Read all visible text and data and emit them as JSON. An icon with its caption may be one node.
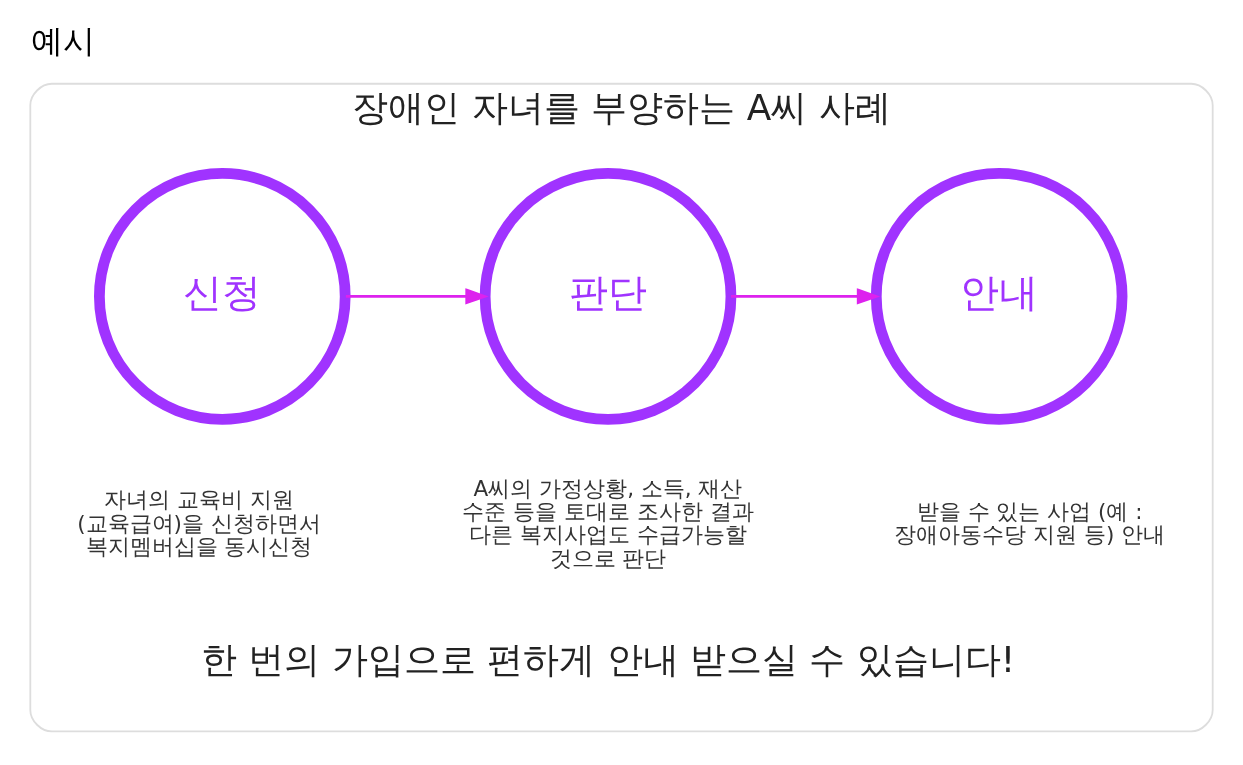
{
  "diagram": {
    "title": "예시",
    "nodes": [
      {
        "text": [
          "장애인 자녀를 부양하는 A씨 사례"
        ]
      },
      {
        "text": [
          "신청"
        ],
        "in": 0,
        "beside": [
          "자녀의 교육비 지원 (교육급여)을 신청하면서 복지멤버십을 동시신청"
        ]
      },
      {
        "text": [
          "판단"
        ],
        "in": 0,
        "beside": [
          "A씨의 가정상황, 소득, 재산 수준 등을 토대로 조사한 결과 다른 복지사업도 수급가능할 것으로 판단"
        ]
      },
      {
        "text": [
          "안내"
        ],
        "in": 0,
        "beside": [
          "받을 수 있는 사업 (예 : 장애아동수당 지원 등) 안내"
        ]
      }
    ],
    "edges": [
      {
        "from": 1,
        "to": 2,
        "arrow": "to"
      },
      {
        "from": 2,
        "to": 3,
        "arrow": "to"
      }
    ],
    "labels": [
      "한 번의 가입으로 편하게 안내 받으실 수 있습니다!"
    ]
  }
}
